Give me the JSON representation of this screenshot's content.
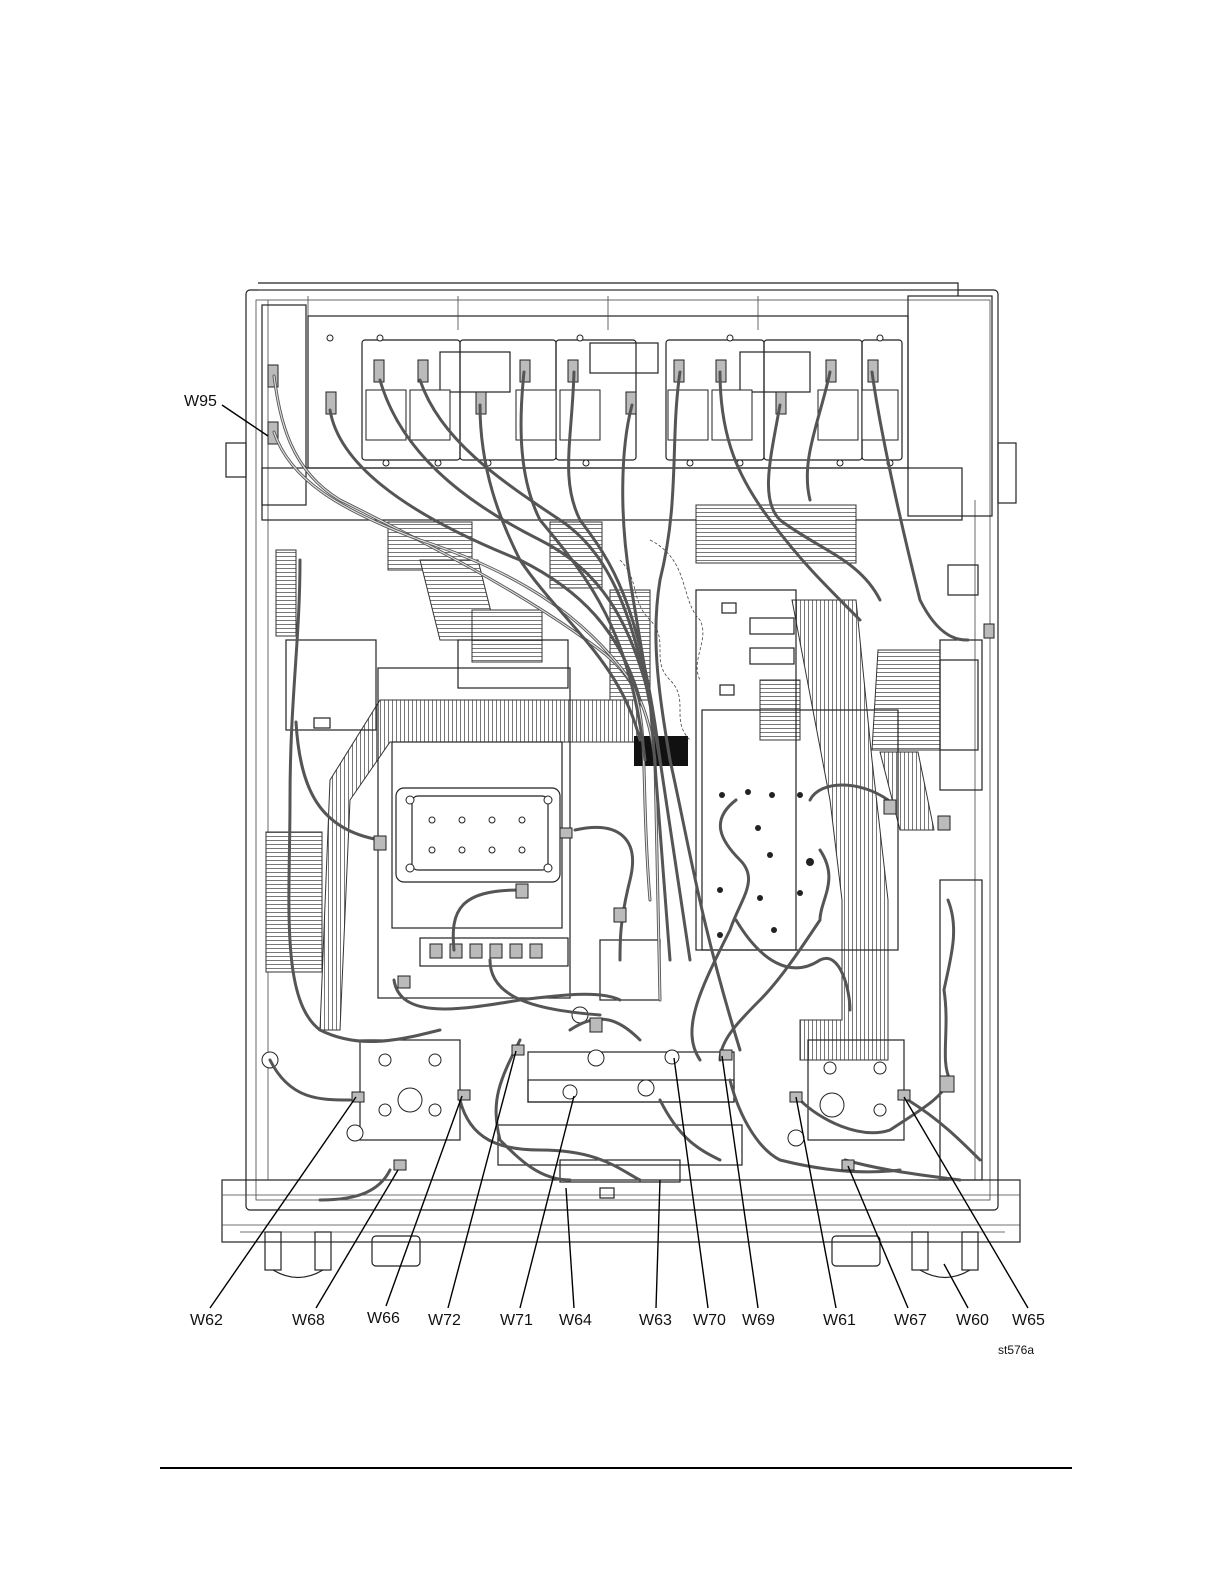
{
  "figure": {
    "id": "st576a",
    "callouts": {
      "w95": "W95",
      "w62": "W62",
      "w68": "W68",
      "w66": "W66",
      "w72": "W72",
      "w71": "W71",
      "w64": "W64",
      "w63": "W63",
      "w70": "W70",
      "w69": "W69",
      "w61": "W61",
      "w67": "W67",
      "w60": "W60",
      "w65": "W65"
    }
  }
}
